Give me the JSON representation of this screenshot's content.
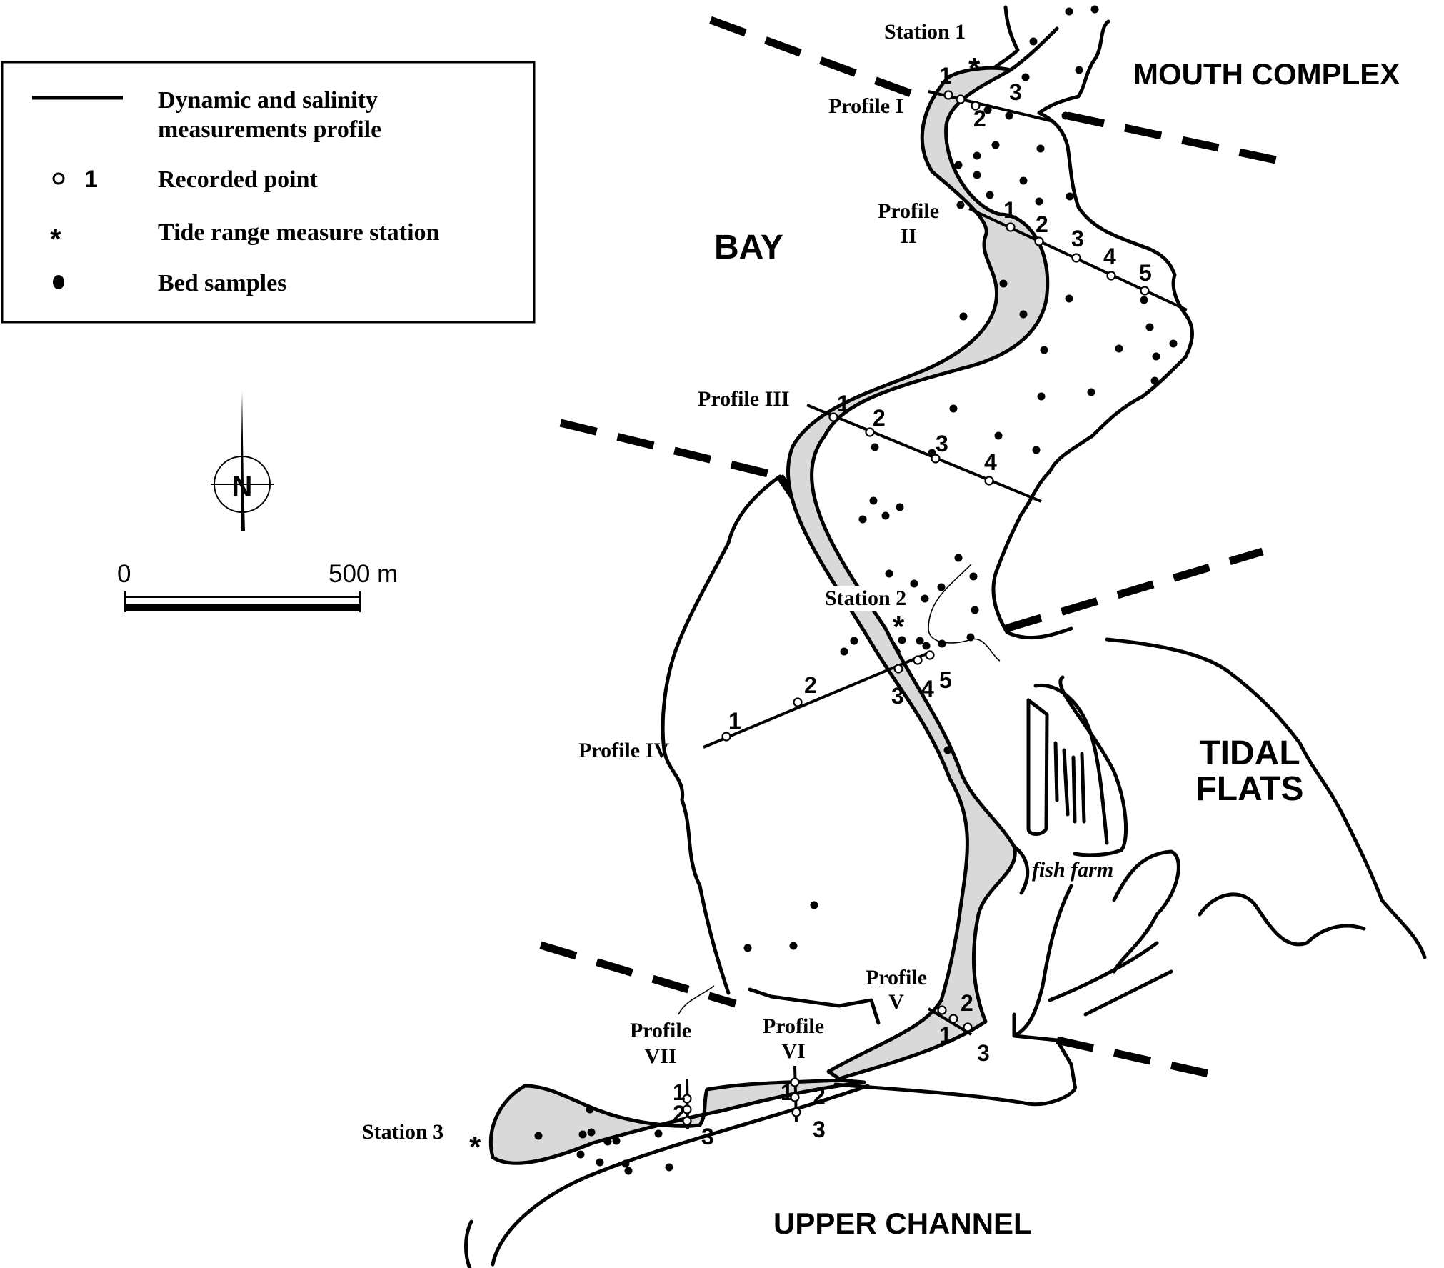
{
  "legend": {
    "items": [
      {
        "symbol": "line",
        "label_line1": "Dynamic and salinity",
        "label_line2": "measurements profile"
      },
      {
        "symbol": "open-circle",
        "symbol_text": "1",
        "label": "Recorded point"
      },
      {
        "symbol": "asterisk",
        "symbol_text": "*",
        "label": "Tide range measure station"
      },
      {
        "symbol": "filled-dot",
        "label": "Bed samples"
      }
    ]
  },
  "north_arrow": {
    "label": "N"
  },
  "scale_bar": {
    "start_label": "0",
    "end_label": "500 m"
  },
  "zones": {
    "mouth_complex": "MOUTH  COMPLEX",
    "bay": "BAY",
    "tidal_flats_line1": "TIDAL",
    "tidal_flats_line2": "FLATS",
    "upper_channel": "UPPER  CHANNEL"
  },
  "stations": [
    {
      "label": "Station 1",
      "symbol": "*"
    },
    {
      "label": "Station 2",
      "symbol": "*"
    },
    {
      "label": "Station 3",
      "symbol": "*"
    }
  ],
  "profiles": [
    {
      "id": "I",
      "label": "Profile I",
      "points": [
        "1",
        "2",
        "3"
      ]
    },
    {
      "id": "II",
      "label_line1": "Profile",
      "label_line2": "II",
      "points": [
        "1",
        "2",
        "3",
        "4",
        "5"
      ]
    },
    {
      "id": "III",
      "label": "Profile III",
      "points": [
        "1",
        "2",
        "3",
        "4"
      ]
    },
    {
      "id": "IV",
      "label": "Profile  IV",
      "points": [
        "1",
        "2",
        "3",
        "4",
        "5"
      ]
    },
    {
      "id": "V",
      "label_line1": "Profile",
      "label_line2": "V",
      "points": [
        "1",
        "2",
        "3"
      ]
    },
    {
      "id": "VI",
      "label_line1": "Profile",
      "label_line2": "VI",
      "points": [
        "1",
        "2",
        "3"
      ]
    },
    {
      "id": "VII",
      "label_line1": "Profile",
      "label_line2": "VII",
      "points": [
        "1",
        "2",
        "3"
      ]
    }
  ],
  "annotations": {
    "fish_farm": "fish farm"
  },
  "colors": {
    "channel_fill": "#d9d9d9",
    "ink": "#000000",
    "background": "#ffffff"
  }
}
